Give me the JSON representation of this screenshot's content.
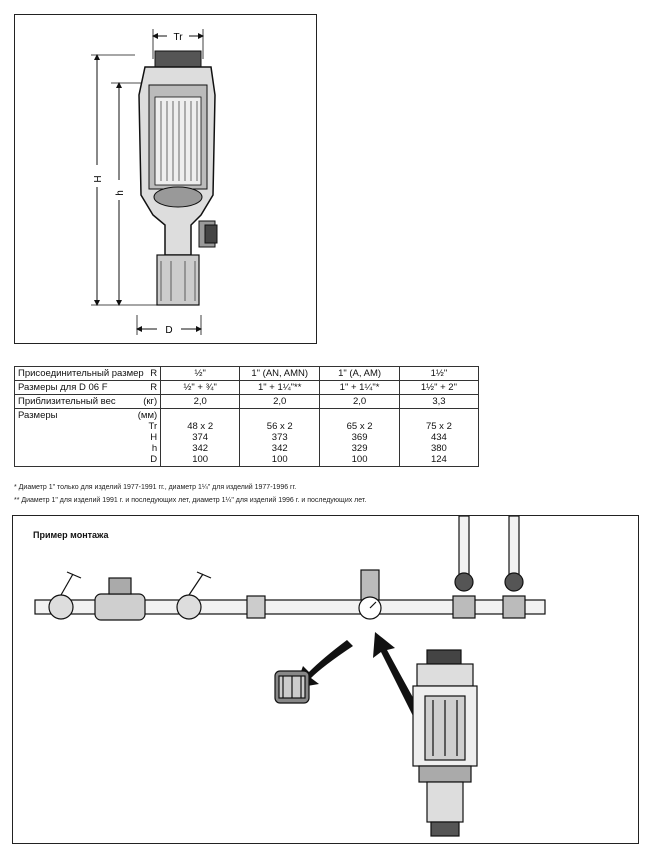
{
  "diagram": {
    "labels": {
      "tr": "Tr",
      "H": "H",
      "h": "h",
      "D": "D"
    }
  },
  "spec_table": {
    "columns": [
      "½\"",
      "1\" (AN, AMN)",
      "1\" (A, AM)",
      "1½\""
    ],
    "row_connection": {
      "label": "Присоединительный размер",
      "suffix": "R"
    },
    "row_d06f": {
      "label": "Размеры для D 06 F",
      "suffix": "R",
      "values": [
        "½\" + ¾\"",
        "1\" + 1¼\"**",
        "1\" + 1¼\"*",
        "1½\" + 2\""
      ]
    },
    "row_weight": {
      "label": "Приблизительный вес",
      "suffix": "(кг)",
      "values": [
        "2,0",
        "2,0",
        "2,0",
        "3,3"
      ]
    },
    "row_dims": {
      "label": "Размеры",
      "suffix": "(мм)",
      "sub_labels": [
        "Tr",
        "H",
        "h",
        "D"
      ],
      "values": [
        [
          "48 x 2",
          "374",
          "342",
          "100"
        ],
        [
          "56 x 2",
          "373",
          "342",
          "100"
        ],
        [
          "65 x 2",
          "369",
          "329",
          "100"
        ],
        [
          "75 x 2",
          "434",
          "380",
          "124"
        ]
      ]
    }
  },
  "footnotes": {
    "note1": "* Диаметр 1\" только для изделий 1977-1991 гг., диаметр 1¼\" для изделий 1977-1996 гг.",
    "note2": "** Диаметр 1\" для изделий 1991 г. и последующих лет, диаметр 1¼\" для изделий 1996 г. и последующих лет."
  },
  "mounting": {
    "title": "Пример монтажа"
  }
}
